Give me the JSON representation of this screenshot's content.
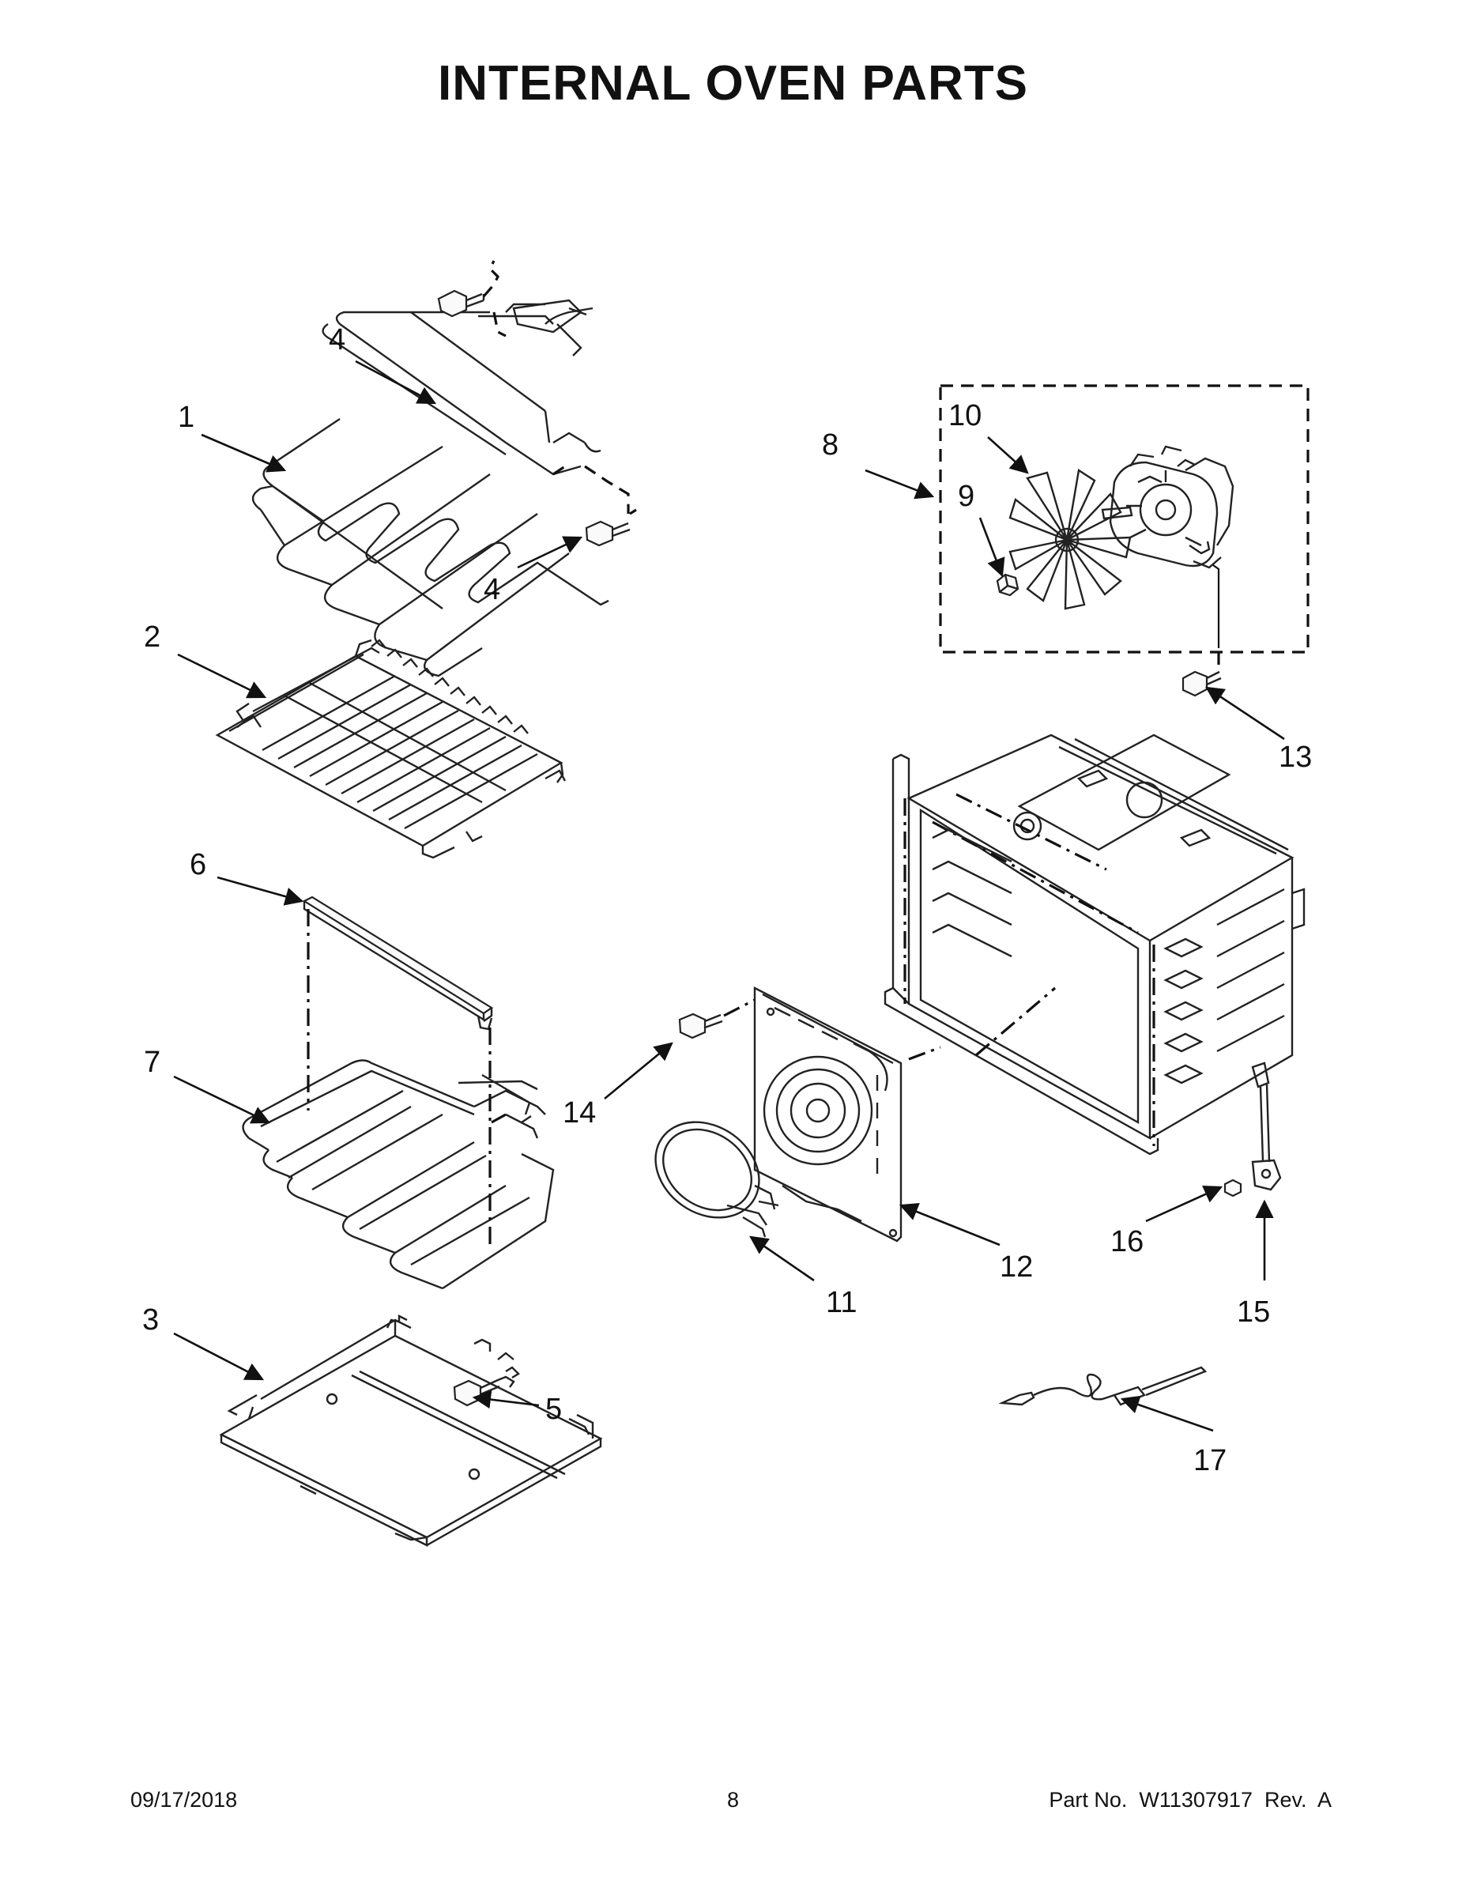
{
  "title": "INTERNAL OVEN PARTS",
  "footer": {
    "date": "09/17/2018",
    "page": "8",
    "part_number": "Part No.  W11307917  Rev.  A"
  },
  "callouts": {
    "c1": "1",
    "c2": "2",
    "c3": "3",
    "c4a": "4",
    "c4b": "4",
    "c5": "5",
    "c6": "6",
    "c7": "7",
    "c8": "8",
    "c9": "9",
    "c10": "10",
    "c11": "11",
    "c12": "12",
    "c13": "13",
    "c14": "14",
    "c15": "15",
    "c16": "16",
    "c17": "17"
  }
}
